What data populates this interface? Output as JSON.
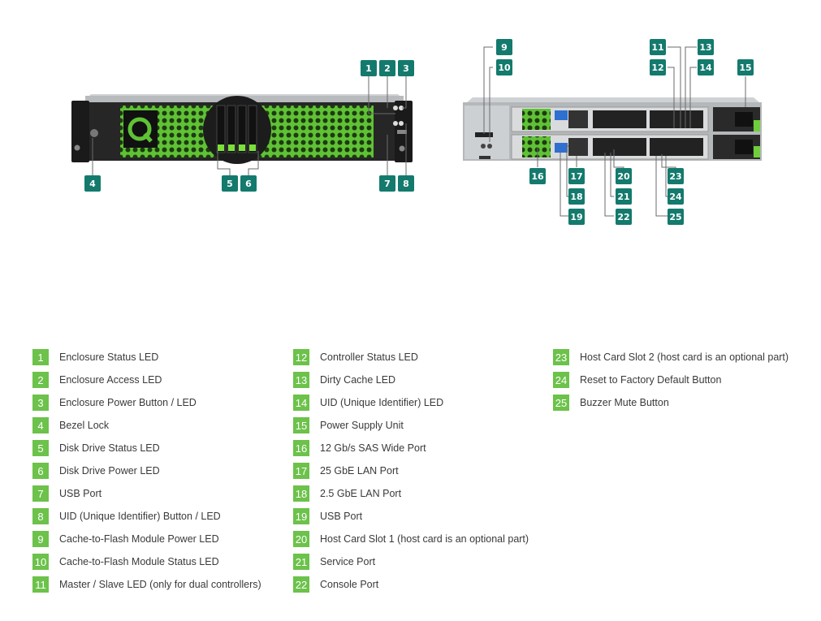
{
  "callouts": [
    "1",
    "2",
    "3",
    "4",
    "5",
    "6",
    "7",
    "8",
    "9",
    "10",
    "11",
    "12",
    "13",
    "14",
    "15",
    "16",
    "17",
    "18",
    "19",
    "20",
    "21",
    "22",
    "23",
    "24",
    "25"
  ],
  "legend": {
    "columns": [
      [
        {
          "num": "1",
          "label": "Enclosure Status LED"
        },
        {
          "num": "2",
          "label": "Enclosure Access LED"
        },
        {
          "num": "3",
          "label": "Enclosure Power Button / LED"
        },
        {
          "num": "4",
          "label": "Bezel Lock"
        },
        {
          "num": "5",
          "label": "Disk Drive Status LED"
        },
        {
          "num": "6",
          "label": "Disk Drive Power LED"
        },
        {
          "num": "7",
          "label": "USB Port"
        },
        {
          "num": "8",
          "label": "UID (Unique Identifier) Button / LED"
        },
        {
          "num": "9",
          "label": "Cache-to-Flash Module Power LED"
        },
        {
          "num": "10",
          "label": "Cache-to-Flash Module Status LED"
        },
        {
          "num": "11",
          "label": "Master / Slave LED (only for dual controllers)"
        }
      ],
      [
        {
          "num": "12",
          "label": "Controller Status LED"
        },
        {
          "num": "13",
          "label": "Dirty Cache LED"
        },
        {
          "num": "14",
          "label": "UID (Unique Identifier) LED"
        },
        {
          "num": "15",
          "label": "Power Supply Unit"
        },
        {
          "num": "16",
          "label": "12 Gb/s SAS Wide Port"
        },
        {
          "num": "17",
          "label": "25 GbE LAN Port"
        },
        {
          "num": "18",
          "label": "2.5 GbE LAN Port"
        },
        {
          "num": "19",
          "label": "USB Port"
        },
        {
          "num": "20",
          "label": "Host Card Slot 1 (host card is an optional part)"
        },
        {
          "num": "21",
          "label": "Service Port"
        },
        {
          "num": "22",
          "label": "Console Port"
        }
      ],
      [
        {
          "num": "23",
          "label": "Host Card Slot 2 (host card is an optional part)"
        },
        {
          "num": "24",
          "label": "Reset to Factory Default Button"
        },
        {
          "num": "25",
          "label": "Buzzer Mute Button"
        }
      ]
    ]
  },
  "colors": {
    "callout_bg": "#147a6d",
    "legend_bg": "#6cc24a",
    "bezel_green": "#5fc235",
    "chassis_dark": "#222222"
  }
}
